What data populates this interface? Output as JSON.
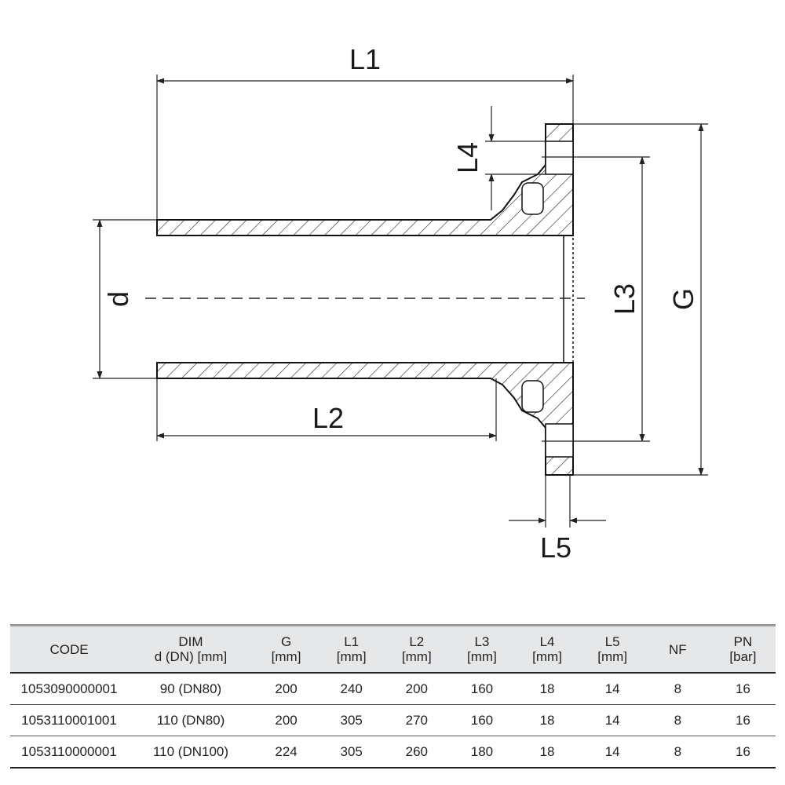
{
  "drawing": {
    "dimensions": [
      "L1",
      "L2",
      "L3",
      "L4",
      "L5",
      "G",
      "d"
    ]
  },
  "table": {
    "headers": [
      {
        "line1": "CODE",
        "line2": ""
      },
      {
        "line1": "DIM",
        "line2": "d (DN) [mm]"
      },
      {
        "line1": "G",
        "line2": "[mm]"
      },
      {
        "line1": "L1",
        "line2": "[mm]"
      },
      {
        "line1": "L2",
        "line2": "[mm]"
      },
      {
        "line1": "L3",
        "line2": "[mm]"
      },
      {
        "line1": "L4",
        "line2": "[mm]"
      },
      {
        "line1": "L5",
        "line2": "[mm]"
      },
      {
        "line1": "NF",
        "line2": ""
      },
      {
        "line1": "PN",
        "line2": "[bar]"
      }
    ],
    "rows": [
      [
        "1053090000001",
        "90 (DN80)",
        "200",
        "240",
        "200",
        "160",
        "18",
        "14",
        "8",
        "16"
      ],
      [
        "1053110001001",
        "110 (DN80)",
        "200",
        "305",
        "270",
        "160",
        "18",
        "14",
        "8",
        "16"
      ],
      [
        "1053110000001",
        "110 (DN100)",
        "224",
        "305",
        "260",
        "180",
        "18",
        "14",
        "8",
        "16"
      ]
    ]
  }
}
